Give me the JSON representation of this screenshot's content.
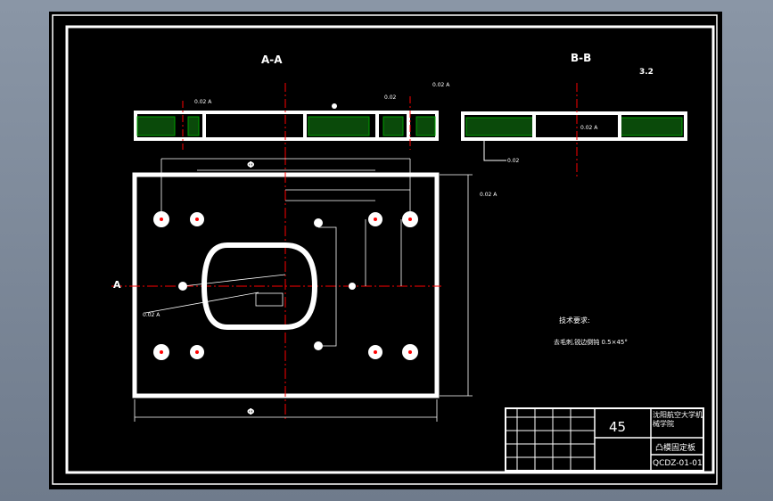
{
  "colors": {
    "background": "#000000",
    "linework": "#ffffff",
    "centerline": "#ff0000",
    "hatch": "#00a000",
    "dimension": "#ffffff"
  },
  "views": {
    "section_a_label": "A-A",
    "section_b_label": "B-B",
    "roughness_note": "3.2"
  },
  "callouts": {
    "top_left": "0.02 A",
    "top_mid_1": "0.02",
    "top_mid_2": "0.02 A",
    "right_section": "0.02 A",
    "right_section_low": "0.02",
    "plate_right": "0.02 A",
    "plate_left": "0.02 A"
  },
  "dimensions": {
    "overall_width": "Φ",
    "bolt_span": "Φ",
    "height_label": "A"
  },
  "notes": {
    "tech_req_heading": "技术要求:",
    "tech_req_text": "去毛刺,锐边倒钝 0.5×45°"
  },
  "title_block": {
    "material": "45",
    "school": "沈阳航空大学机械学院",
    "part_name": "凸模固定板",
    "drawing_number": "QCDZ-01-01"
  }
}
